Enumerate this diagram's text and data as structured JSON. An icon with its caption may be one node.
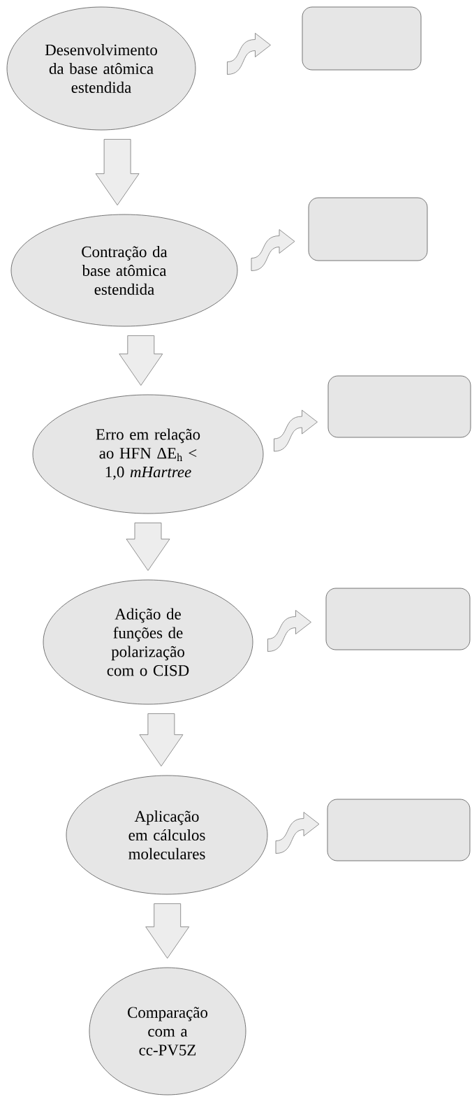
{
  "diagram": {
    "nodes": [
      {
        "text": [
          "Desenvolvimento da base atômica estendida"
        ]
      },
      {
        "text": [],
        "shape": "box"
      },
      {
        "text": [
          "Contração da base atômica estendida"
        ]
      },
      {
        "text": [],
        "shape": "box"
      },
      {
        "text": [
          "Erro em relação ao HFN ΔE$_{h}$ < 1,0 *mHartree*"
        ]
      },
      {
        "text": [],
        "shape": "box"
      },
      {
        "text": [
          "Adição de funções de polarização com o CISD"
        ]
      },
      {
        "text": [],
        "shape": "box"
      },
      {
        "text": [
          "Aplicação em cálculos moleculares"
        ]
      },
      {
        "text": [],
        "shape": "box"
      },
      {
        "text": [
          "Comparação com a cc-PV5Z"
        ]
      }
    ],
    "edges": [
      {
        "from": 0,
        "to": 1,
        "arrow": "to"
      },
      {
        "from": 0,
        "to": 2,
        "arrow": "to"
      },
      {
        "from": 2,
        "to": 3,
        "arrow": "to"
      },
      {
        "from": 2,
        "to": 4,
        "arrow": "to"
      },
      {
        "from": 4,
        "to": 5,
        "arrow": "to"
      },
      {
        "from": 4,
        "to": 6,
        "arrow": "to"
      },
      {
        "from": 6,
        "to": 7,
        "arrow": "to"
      },
      {
        "from": 6,
        "to": 8,
        "arrow": "to"
      },
      {
        "from": 8,
        "to": 9,
        "arrow": "to"
      },
      {
        "from": 8,
        "to": 10,
        "arrow": "to"
      }
    ]
  }
}
